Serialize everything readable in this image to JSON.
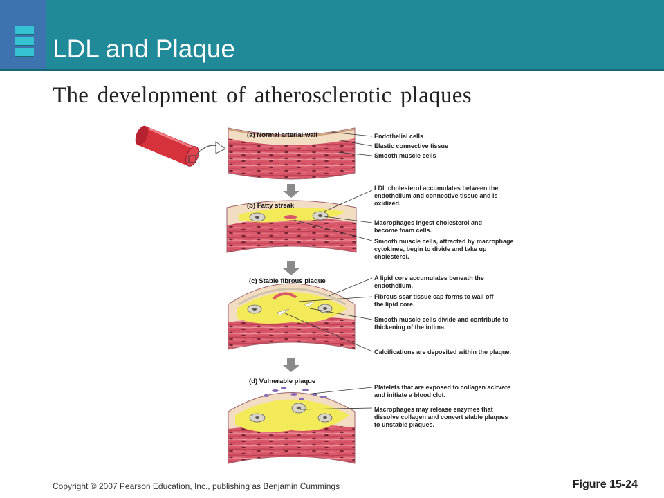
{
  "slide": {
    "title": "LDL and Plaque",
    "subtitle": "The development of atherosclerotic plaques"
  },
  "figure": {
    "stages": [
      {
        "label": "(a) Normal arterial wall"
      },
      {
        "label": "(b) Fatty streak"
      },
      {
        "label": "(c) Stable fibrous plaque"
      },
      {
        "label": "(d) Vulnerable plaque"
      }
    ],
    "annotations": [
      [
        "Endothelial cells"
      ],
      [
        "Elastic connective tissue"
      ],
      [
        "Smooth muscle cells"
      ],
      [
        "LDL cholesterol accumulates between the",
        "endothelium and connective tissue and is",
        "oxidized."
      ],
      [
        "Macrophages ingest cholesterol and",
        "become foam cells."
      ],
      [
        "Smooth muscle cells, attracted by macrophage",
        "cytokines, begin to divide and take up",
        "cholesterol."
      ],
      [
        "A lipid core accumulates beneath the",
        "endothelium."
      ],
      [
        "Fibrous scar tissue cap forms to wall off",
        "the lipid core."
      ],
      [
        "Smooth muscle cells divide and contribute to",
        "thickening of the intima."
      ],
      [
        "Calcifications are deposited within the plaque."
      ],
      [
        "Platelets that are exposed to collagen acitvate",
        "and initiate a blood clot."
      ],
      [
        "Macrophages may release enzymes that",
        "dissolve collagen and convert stable plaques",
        "to unstable plaques."
      ]
    ]
  },
  "footer": {
    "copyright": "Copyright © 2007 Pearson Education, Inc., publishing as Benjamin Cummings",
    "figure_ref": "Figure 15-24"
  },
  "colors": {
    "header": "#218a99",
    "muscle": "#d9586a",
    "lipid": "#f3ea5a",
    "connective": "#f2dcc2"
  }
}
